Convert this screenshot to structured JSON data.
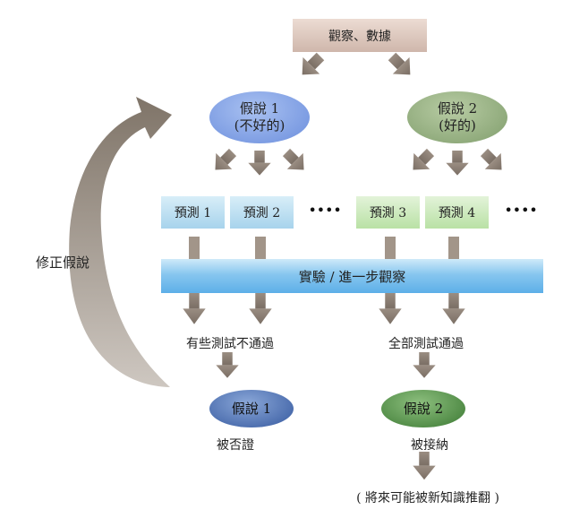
{
  "observation": "觀察、數據",
  "hypothesis1": {
    "line1": "假說 1",
    "line2": "(不好的)"
  },
  "hypothesis2": {
    "line1": "假說 2",
    "line2": "(好的)"
  },
  "predictions": [
    "預測 1",
    "預測 2",
    "預測 3",
    "預測 4"
  ],
  "ellipsis": "••••",
  "experiment": "實驗 / 進一步觀察",
  "outcome1": "有些測試不通過",
  "outcome2": "全部測試通過",
  "result1": {
    "label": "假說 1",
    "verdict": "被否證"
  },
  "result2": {
    "label": "假說 2",
    "verdict": "被接納"
  },
  "footnote": "( 將來可能被新知識推翻 )",
  "revise": "修正假說",
  "colors": {
    "arrow": "#8a7c70",
    "hypothesis_bad": "#7b9be2",
    "hypothesis_good": "#8ea97a",
    "rejected": "#4a6cad",
    "accepted": "#4f8a45",
    "experiment_bar": "#5dafe8"
  }
}
